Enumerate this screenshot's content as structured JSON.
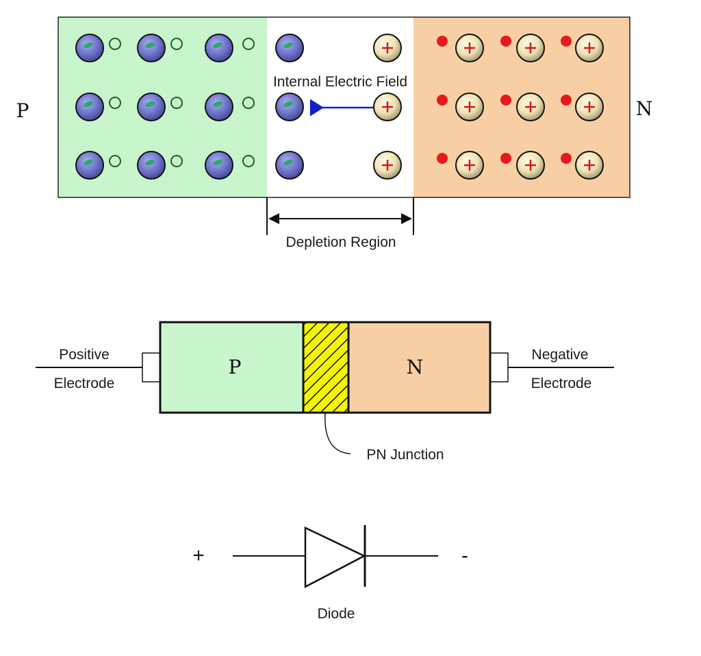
{
  "top_diagram": {
    "p_label": "P",
    "n_label": "N",
    "field_label": "Internal Electric Field",
    "depletion_label": "Depletion Region",
    "colors": {
      "p_region": "#c8f5cc",
      "n_region": "#f8cfa5",
      "acceptor_ion": "#6e74c9",
      "donor_ion": "#efe3b6",
      "free_electron": "#e8191c",
      "field_arrow": "#1220c8"
    }
  },
  "junction_diagram": {
    "p_label": "P",
    "n_label": "N",
    "left_label_line1": "Positive",
    "left_label_line2": "Electrode",
    "right_label_line1": "Negative",
    "right_label_line2": "Electrode",
    "junction_label": "PN Junction",
    "colors": {
      "p_region": "#c8f5cc",
      "n_region": "#f8cfa5",
      "junction_fill": "#f5f500"
    }
  },
  "diode_symbol": {
    "plus_label": "+",
    "minus_label": "-",
    "caption": "Diode"
  }
}
